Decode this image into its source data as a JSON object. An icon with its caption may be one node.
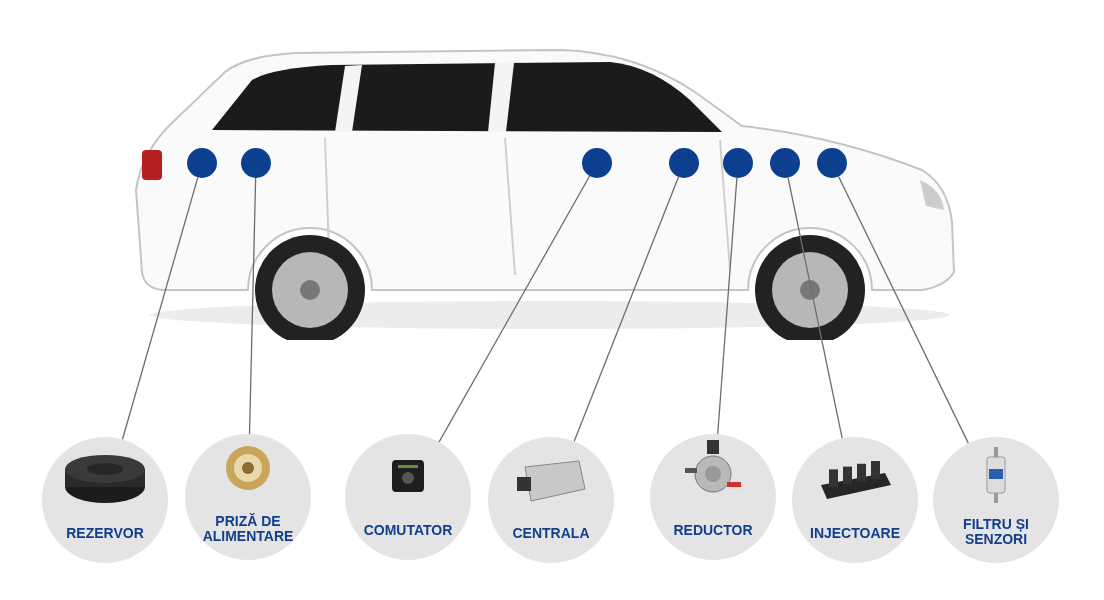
{
  "diagram": {
    "nodes": [
      {
        "text": [],
        "shape": "picture"
      },
      {
        "text": [],
        "shape": "circle",
        "in": 0
      },
      {
        "text": [],
        "shape": "circle",
        "in": 0
      },
      {
        "text": [],
        "shape": "circle",
        "in": 0
      },
      {
        "text": [],
        "shape": "circle",
        "in": 0
      },
      {
        "text": [],
        "shape": "circle",
        "in": 0
      },
      {
        "text": [],
        "shape": "circle",
        "in": 0
      },
      {
        "text": [],
        "shape": "circle",
        "in": 0
      },
      {
        "text": [
          "REZERVOR"
        ]
      },
      {
        "text": [
          "PRIZĂ DE ALIMENTARE"
        ]
      },
      {
        "text": [
          "COMUTATOR"
        ]
      },
      {
        "text": [
          "CENTRALA"
        ]
      },
      {
        "text": [
          "REDUCTOR"
        ]
      },
      {
        "text": [
          "INJECTOARE"
        ]
      },
      {
        "text": [
          "FILTRU ȘI SENZORI"
        ]
      }
    ],
    "edges": [
      {
        "from": 8,
        "to": 1,
        "arrow": "none"
      },
      {
        "from": 9,
        "to": 2,
        "arrow": "none"
      },
      {
        "from": 10,
        "to": 3,
        "arrow": "none"
      },
      {
        "from": 11,
        "to": 4,
        "arrow": "none"
      },
      {
        "from": 12,
        "to": 5,
        "arrow": "none"
      },
      {
        "from": 13,
        "to": 6,
        "arrow": "none"
      },
      {
        "from": 14,
        "to": 7,
        "arrow": "none"
      }
    ]
  }
}
